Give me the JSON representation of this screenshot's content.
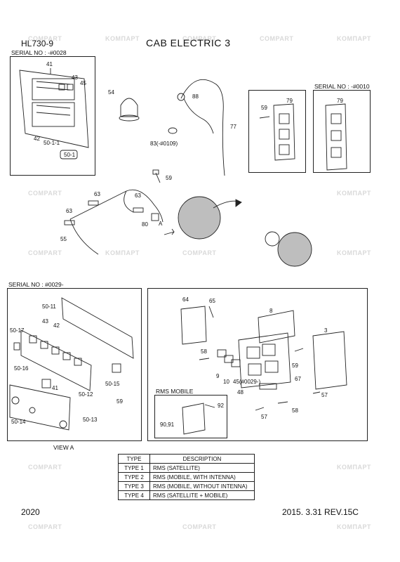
{
  "header": {
    "model": "HL730-9",
    "title": "CAB ELECTRIC 3"
  },
  "serials": {
    "top_left": "SERIAL NO : -#0028",
    "top_right": "SERIAL NO : -#0010",
    "bottom_left": "SERIAL NO : #0029-"
  },
  "captions": {
    "view_a": "VIEW A",
    "rms_mobile": "RMS MOBILE",
    "arrow_a": "A"
  },
  "parts": {
    "p41a": "41",
    "p43a": "43",
    "p45a": "45",
    "p42a": "42",
    "p50_1_1": "50-1-1",
    "p50_1": "50-1",
    "p54": "54",
    "p88": "88",
    "p77": "77",
    "p83": "83(-#0109)",
    "p59a": "59",
    "p79a": "79",
    "p79b": "79",
    "p59b": "59",
    "p63a": "63",
    "p63b": "63",
    "p63c": "63",
    "p80": "80",
    "p55": "55",
    "p50_11": "50-11",
    "p43b": "43",
    "p42b": "42",
    "p50_17": "50-17",
    "p50_16": "50-16",
    "p41b": "41",
    "p50_12": "50-12",
    "p50_15": "50-15",
    "p59c": "59",
    "p50_14": "50-14",
    "p50_13": "50-13",
    "p64": "64",
    "p65": "65",
    "p8": "8",
    "p3": "3",
    "p58a": "58",
    "p59d": "59",
    "p9": "9",
    "p10": "10",
    "p45b": "45(#0029-)",
    "p67": "67",
    "p48": "48",
    "p57a": "57",
    "p58b": "58",
    "p57b": "57",
    "p92": "92",
    "p90_91": "90,91"
  },
  "type_table": {
    "headers": [
      "TYPE",
      "DESCRIPTION"
    ],
    "rows": [
      [
        "TYPE 1",
        "RMS (SATELLITE)"
      ],
      [
        "TYPE 2",
        "RMS (MOBILE, WITH INTENNA)"
      ],
      [
        "TYPE 3",
        "RMS (MOBILE, WITHOUT INTENNA)"
      ],
      [
        "TYPE 4",
        "RMS (SATELLITE + MOBILE)"
      ]
    ]
  },
  "footer": {
    "page": "2020",
    "date_rev": "2015. 3.31  REV.15C"
  },
  "watermark": {
    "text_a": "COMPART",
    "text_b": "KOMПАРТ"
  }
}
